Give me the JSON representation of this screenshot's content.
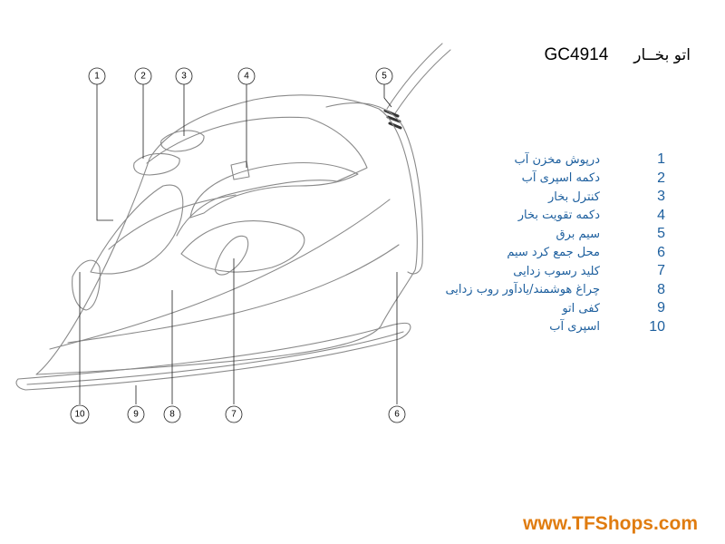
{
  "header": {
    "model": "GC4914",
    "title": "اتو بخــار"
  },
  "parts": [
    {
      "num": "1",
      "label": "درپوش مخزن آب"
    },
    {
      "num": "2",
      "label": "دکمه اسپری آب"
    },
    {
      "num": "3",
      "label": "کنترل بخار"
    },
    {
      "num": "4",
      "label": "دکمه تقویت بخار"
    },
    {
      "num": "5",
      "label": "سیم برق"
    },
    {
      "num": "6",
      "label": "محل جمع کرد سیم"
    },
    {
      "num": "7",
      "label": "کلید رسوب زدایی"
    },
    {
      "num": "8",
      "label": "چراغ هوشمند/یادآور روب زدایی"
    },
    {
      "num": "9",
      "label": "کفی اتو"
    },
    {
      "num": "10",
      "label": "اسپری آب"
    }
  ],
  "website": "www.TFShops.com",
  "colors": {
    "label_blue": "#1d5f9e",
    "site_orange": "#e07c10",
    "line_gray": "#8a8a8a"
  }
}
